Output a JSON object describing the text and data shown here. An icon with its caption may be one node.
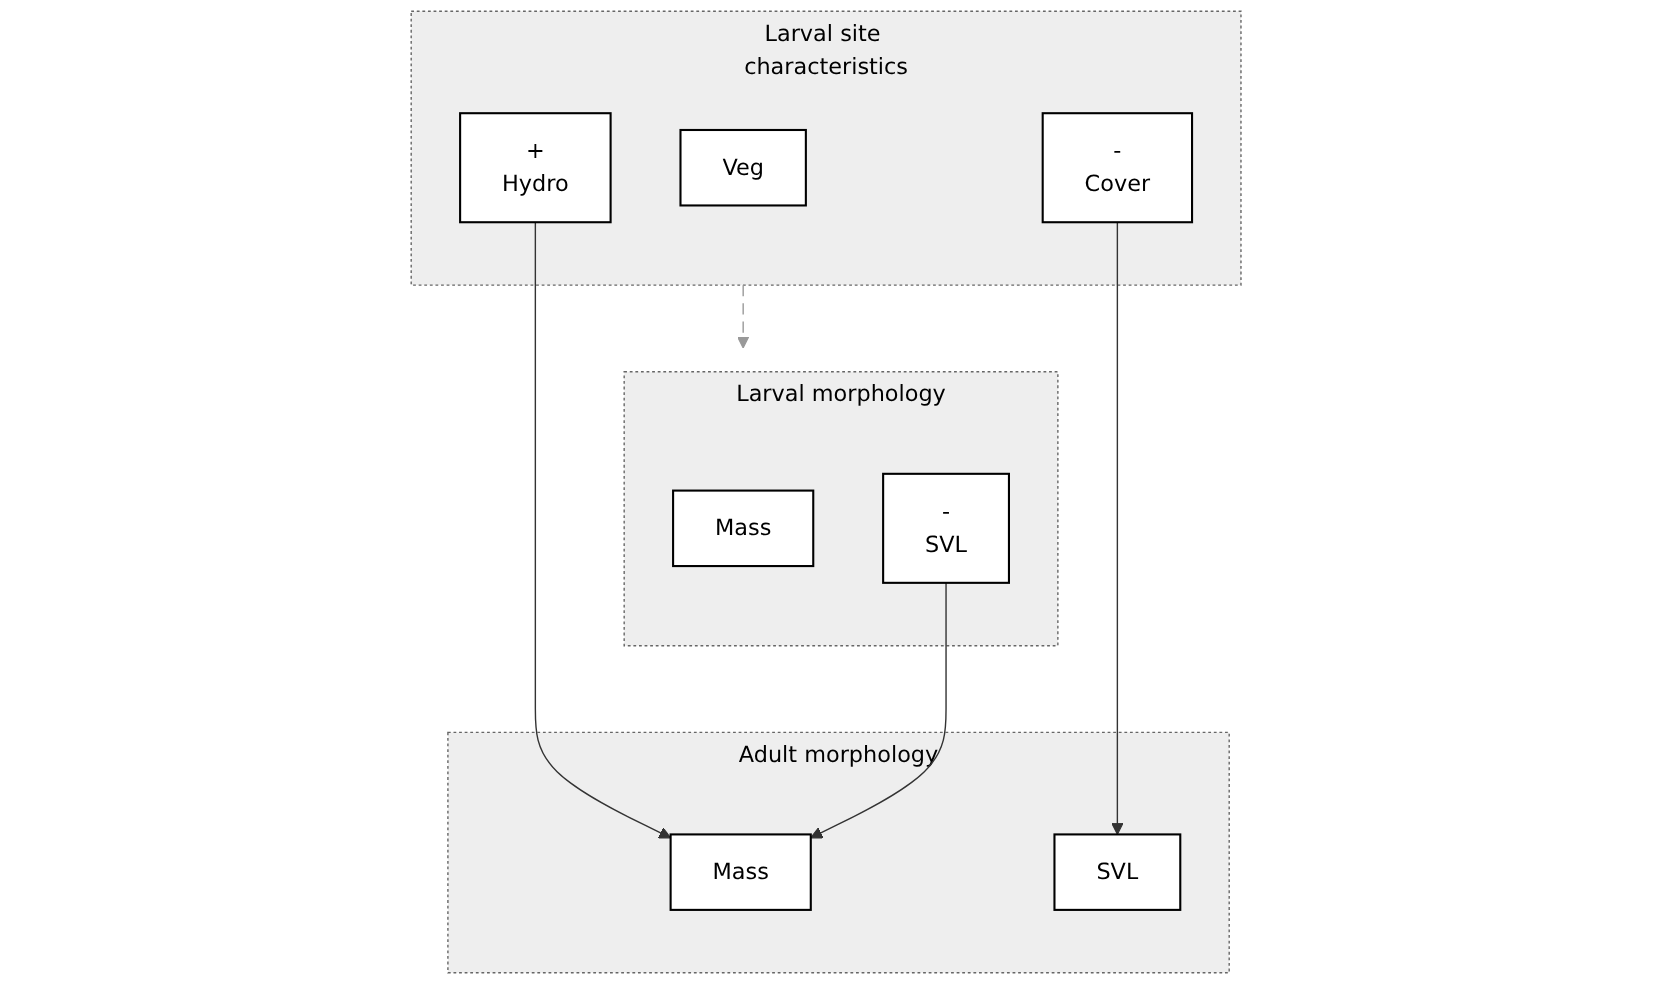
{
  "diagram": {
    "nodes": [
      {
        "text": [
          "Larval site characteristics"
        ]
      },
      {
        "text": [
          "Veg"
        ],
        "in": 0
      },
      {
        "text": [
          "+",
          "Hydro"
        ],
        "in": 0
      },
      {
        "text": [
          "-",
          "Cover"
        ],
        "in": 0
      },
      {
        "text": [
          "Larval morphology"
        ]
      },
      {
        "text": [
          "Mass"
        ],
        "in": 4
      },
      {
        "text": [
          "-",
          "SVL"
        ],
        "in": 4
      },
      {
        "text": [
          "Adult morphology"
        ]
      },
      {
        "text": [
          "Mass"
        ],
        "in": 7
      },
      {
        "text": [
          "SVL"
        ],
        "in": 7
      }
    ],
    "edges": [
      {
        "from": 0,
        "to": 4,
        "arrow": "to",
        "style": "dashed",
        "color": "#999999"
      },
      {
        "from": 2,
        "to": 8,
        "arrow": "to"
      },
      {
        "from": 3,
        "to": 9,
        "arrow": "to"
      },
      {
        "from": 6,
        "to": 8,
        "arrow": "to"
      }
    ]
  }
}
